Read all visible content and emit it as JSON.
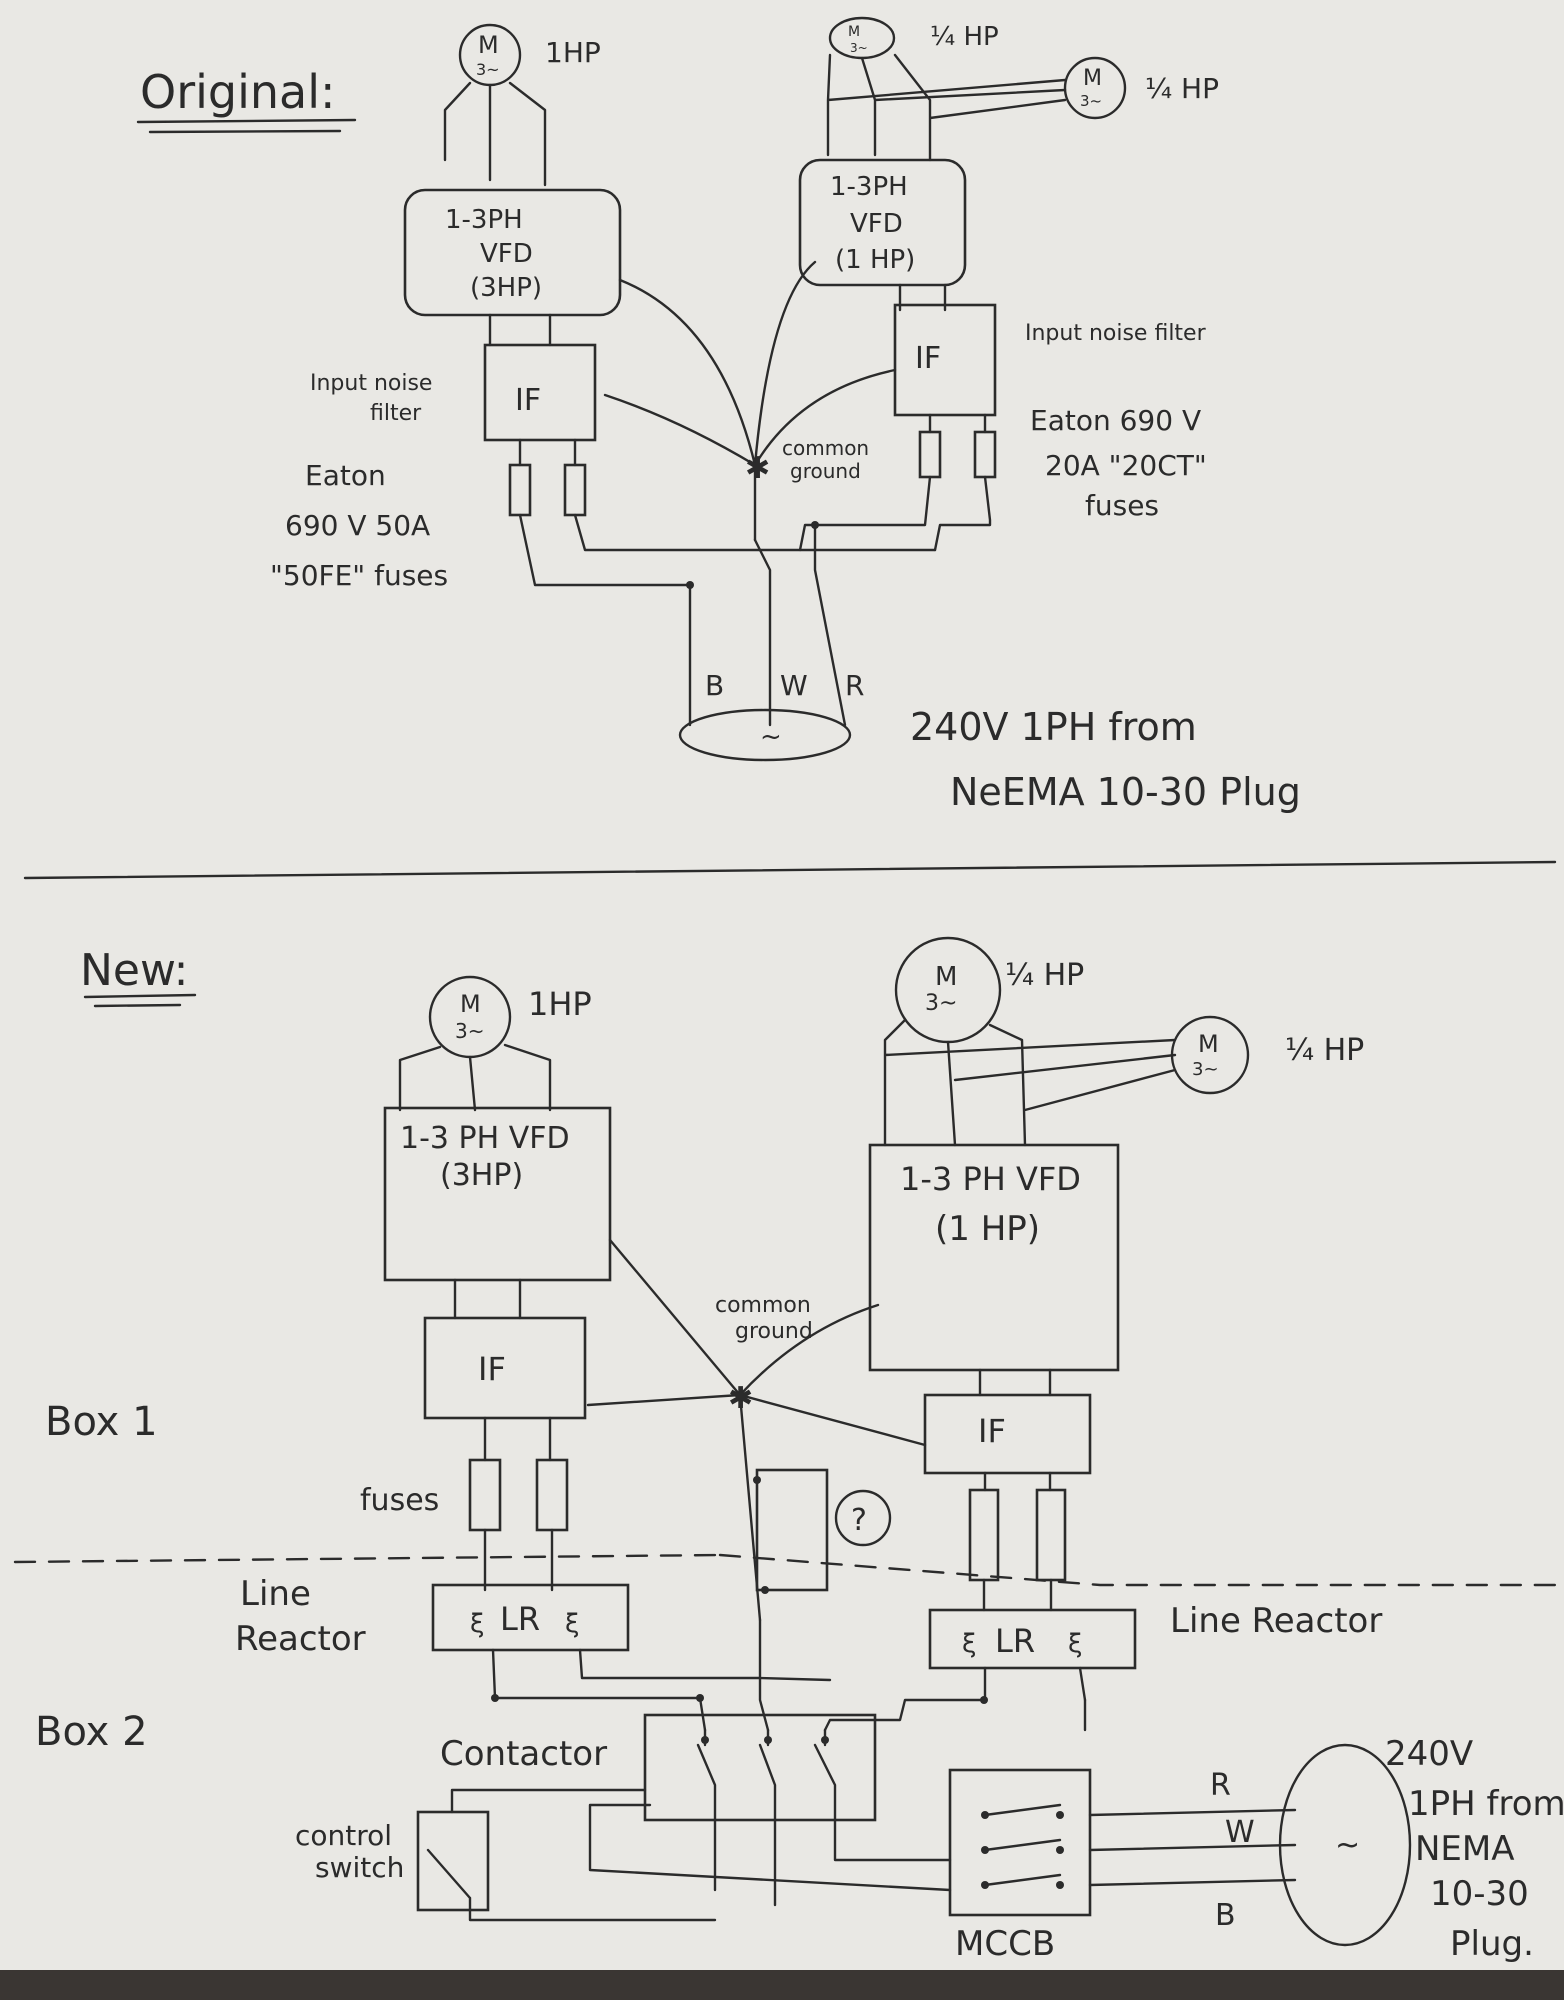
{
  "original": {
    "heading": "Original:",
    "motor_1hp": {
      "symbol_m": "M",
      "symbol_3": "3~",
      "label": "1HP"
    },
    "motor_quarter_a": {
      "symbol_m": "M",
      "symbol_3": "3~",
      "label": "¼ HP"
    },
    "motor_quarter_b": {
      "symbol_m": "M",
      "symbol_3": "3~",
      "label": "¼ HP"
    },
    "vfd_3hp": [
      "1-3PH",
      "VFD",
      "(3HP)"
    ],
    "vfd_1hp": [
      "1-3PH",
      "VFD",
      "(1 HP)"
    ],
    "filter_left": {
      "label": "IF",
      "note": [
        "Input noise",
        "filter"
      ]
    },
    "filter_right": {
      "label": "IF",
      "note": "Input noise filter"
    },
    "fuses_left_note": [
      "Eaton",
      "690 V 50A",
      "\"50FE\" fuses"
    ],
    "fuses_right_note": [
      "Eaton 690 V",
      "20A \"20CT\"",
      "fuses"
    ],
    "ground_label": [
      "common",
      "ground"
    ],
    "plug_wires": [
      "B",
      "W",
      "R"
    ],
    "supply_symbol": "~",
    "supply_note": [
      "240V 1PH from",
      "NeEMA 10-30 Plug"
    ]
  },
  "new": {
    "heading": "New:",
    "motor_1hp": {
      "symbol_m": "M",
      "symbol_3": "3~",
      "label": "1HP"
    },
    "motor_quarter_a": {
      "symbol_m": "M",
      "symbol_3": "3~",
      "label": "¼ HP"
    },
    "motor_quarter_b": {
      "symbol_m": "M",
      "symbol_3": "3~",
      "label": "¼ HP"
    },
    "vfd_3hp": [
      "1-3 PH VFD",
      "(3HP)"
    ],
    "vfd_1hp": [
      "1-3 PH VFD",
      "(1 HP)"
    ],
    "filter_left": "IF",
    "filter_right": "IF",
    "ground_label": [
      "common",
      "ground"
    ],
    "fuses_label": "fuses",
    "question_mark": "?",
    "box1_label": "Box 1",
    "box2_label": "Box 2",
    "line_reactor_left": {
      "label": "Line",
      "label2": "Reactor",
      "core": "LR"
    },
    "line_reactor_right": {
      "label": "Line Reactor",
      "core": "LR"
    },
    "contactor_label": "Contactor",
    "control_switch_label": [
      "control",
      "switch"
    ],
    "mccb_label": "MCCB",
    "wire_labels": [
      "R",
      "W",
      "B"
    ],
    "supply_symbol": "~",
    "supply_note": [
      "240V",
      "1PH from",
      "NEMA",
      "10-30",
      "Plug."
    ]
  }
}
